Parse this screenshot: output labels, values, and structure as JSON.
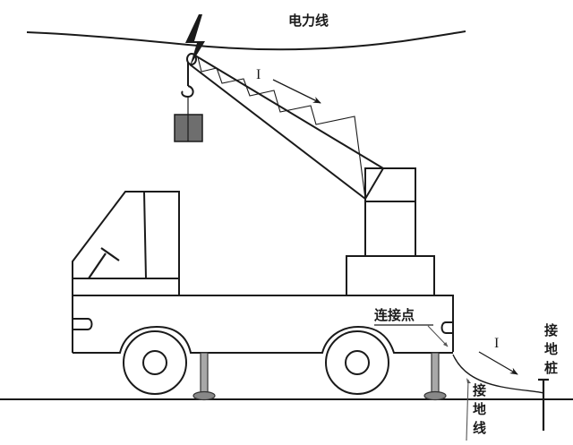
{
  "diagram": {
    "type": "schematic",
    "subject": "Crane truck contacting power line, current path to ground",
    "colors": {
      "stroke": "#1a1a1a",
      "load_fill": "#6e6e6e",
      "outrigger_fill": "#a8a8a8",
      "background": "#ffffff"
    },
    "labels": {
      "power_line": "电力线",
      "boom_current": "I",
      "connection_point": "连接点",
      "ground_current": "I",
      "ground_stake": [
        "接",
        "地",
        "桩"
      ],
      "ground_wire": [
        "接",
        "地",
        "线"
      ]
    },
    "components": [
      "power-line",
      "lightning-strike",
      "crane-hook-and-load",
      "lattice-boom",
      "crane-mast",
      "crane-turret-base",
      "truck-cab",
      "truck-body",
      "front-wheel",
      "rear-wheel",
      "outriggers",
      "ground-wire",
      "ground-stake",
      "ground-line"
    ]
  }
}
